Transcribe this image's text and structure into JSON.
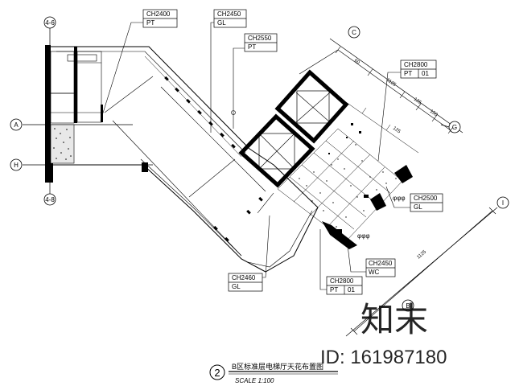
{
  "tags": [
    {
      "id": "t1",
      "code": "CH2400",
      "finish": "PT"
    },
    {
      "id": "t2",
      "code": "CH2450",
      "finish": "GL"
    },
    {
      "id": "t3",
      "code": "CH2550",
      "finish": "PT"
    },
    {
      "id": "t4",
      "code": "CH2800",
      "finish": "PT",
      "extra": "01"
    },
    {
      "id": "t5",
      "code": "CH2500",
      "finish": "GL"
    },
    {
      "id": "t6",
      "code": "CH2450",
      "finish": "WC"
    },
    {
      "id": "t7",
      "code": "CH2800",
      "finish": "PT",
      "extra": "01"
    },
    {
      "id": "t8",
      "code": "CH2460",
      "finish": "GL"
    }
  ],
  "grid_bubbles": [
    "4-6",
    "A",
    "H",
    "4-8",
    "C",
    "G",
    "I",
    "B"
  ],
  "dimensions": [
    "60",
    "125",
    "150",
    "1125",
    "125",
    "1125",
    "150"
  ],
  "annotations": {
    "dots": "φφφ"
  },
  "title": {
    "number": "2",
    "text": "B区标准层电梯厅天花布置图",
    "scale": "SCALE        1:100"
  },
  "watermark": {
    "brand": "知末",
    "id": "ID: 161987180"
  }
}
